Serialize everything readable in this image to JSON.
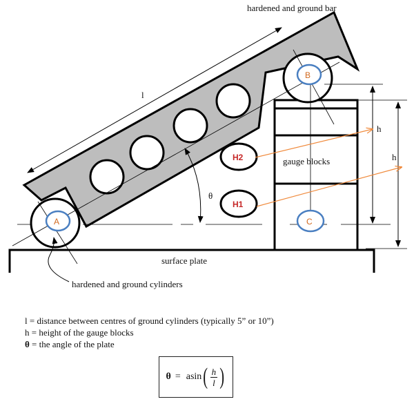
{
  "labels": {
    "hardened_bar": "hardened and ground bar",
    "length": "l",
    "gauge_blocks": "gauge blocks",
    "surface_plate": "surface plate",
    "hardened_cylinders": "hardened and ground cylinders",
    "theta": "θ",
    "h_inner": "h",
    "h_outer": "h"
  },
  "points": {
    "a": "A",
    "b": "B",
    "c": "C",
    "h1": "H1",
    "h2": "H2"
  },
  "definitions": [
    {
      "sym": "l",
      "text": " = distance between centres of ground cylinders (typically 5” or 10”)"
    },
    {
      "sym": "h",
      "text": " = height of the gauge blocks"
    },
    {
      "sym": "θ",
      "text": " = the angle of the plate"
    }
  ],
  "formula": {
    "lhs": "θ",
    "eq": "=",
    "fn": "asin",
    "num": "h",
    "den": "l"
  },
  "colors": {
    "bar_fill": "#bdbdbd",
    "point_ring": "#4a7fc1",
    "point_text": "#d2691e",
    "h_text": "#c62828",
    "arrow_orange": "#f08a3c"
  }
}
